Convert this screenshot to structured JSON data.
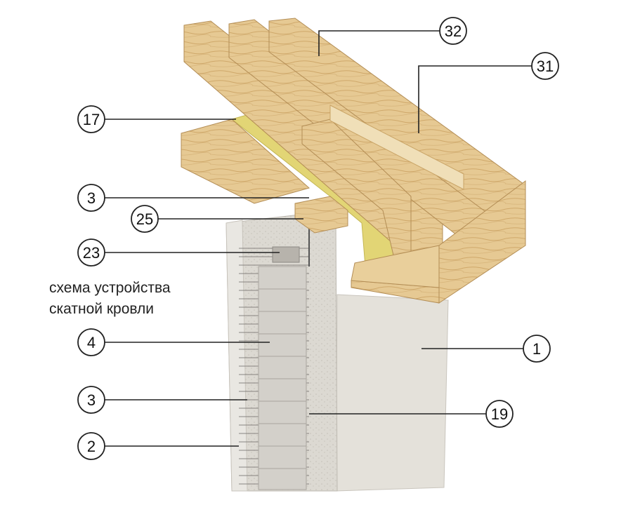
{
  "caption": {
    "line1": "схема  устройства",
    "line2": "скатной кровли"
  },
  "callouts": [
    {
      "id": "32",
      "label": "32"
    },
    {
      "id": "31",
      "label": "31"
    },
    {
      "id": "17",
      "label": "17"
    },
    {
      "id": "3a",
      "label": "3"
    },
    {
      "id": "25",
      "label": "25"
    },
    {
      "id": "23",
      "label": "23"
    },
    {
      "id": "4",
      "label": "4"
    },
    {
      "id": "1",
      "label": "1"
    },
    {
      "id": "3b",
      "label": "3"
    },
    {
      "id": "19",
      "label": "19"
    },
    {
      "id": "2",
      "label": "2"
    }
  ],
  "colors": {
    "wood": "#e3c48c",
    "wood_dark": "#c9a466",
    "insulation": "#e0d372",
    "concrete": "#d9d6cf",
    "render": "#e7e4dd",
    "line": "#222222"
  }
}
